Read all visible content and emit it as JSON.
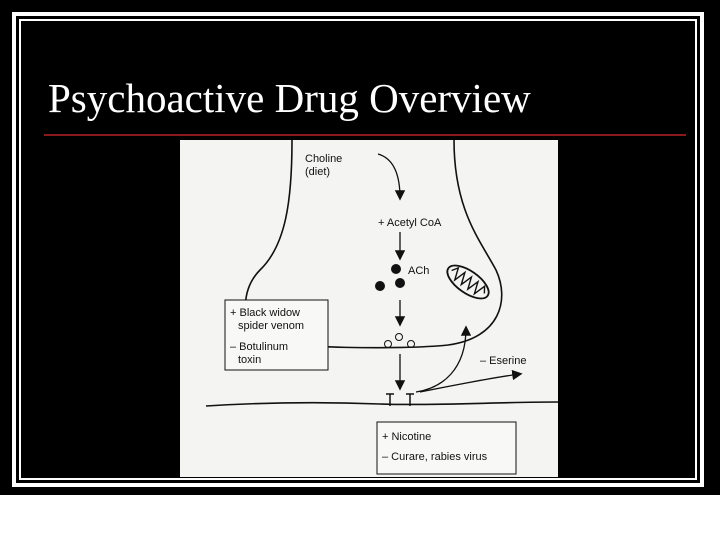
{
  "slide": {
    "title": "Psychoactive Drug Overview"
  },
  "diagram": {
    "labels": {
      "choline": "Choline",
      "choline_note": "(diet)",
      "acetyl_coa": "+ Acetyl CoA",
      "ach": "ACh",
      "esterine": "– Eserine"
    },
    "left_box": {
      "line1": "+ Black widow",
      "line2": "spider venom",
      "line3": "– Botulinum",
      "line4": "toxin"
    },
    "bottom_box": {
      "line1": "+ Nicotine",
      "line2": "– Curare, rabies virus"
    }
  }
}
